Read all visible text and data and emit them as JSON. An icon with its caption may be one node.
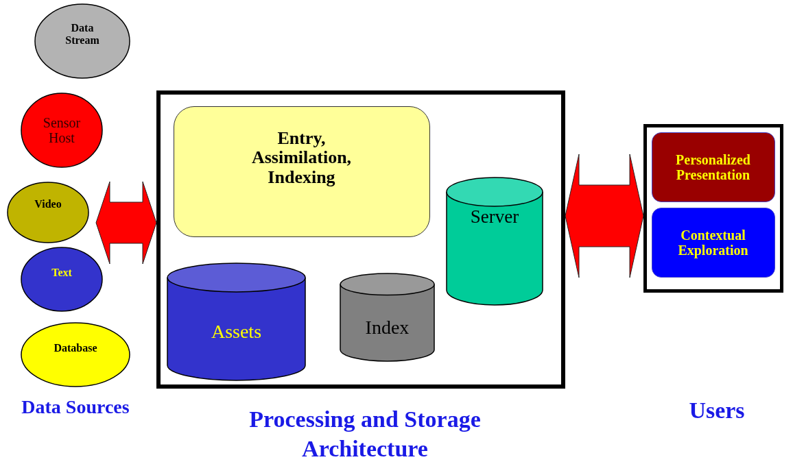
{
  "diagram": {
    "nodes": [
      {
        "text": [
          "Data Stream"
        ]
      },
      {
        "text": [
          "Sensor Host"
        ]
      },
      {
        "text": [
          "Video"
        ]
      },
      {
        "text": [
          "Text"
        ]
      },
      {
        "text": [
          "Database"
        ]
      },
      {
        "text": [
          "Processing and Storage Architecture"
        ]
      },
      {
        "text": [
          "Entry, Assimilation, Indexing"
        ],
        "in": 5
      },
      {
        "text": [
          "Server"
        ],
        "in": 5
      },
      {
        "text": [
          "Assets"
        ],
        "in": 5
      },
      {
        "text": [
          "Index"
        ],
        "in": 5
      },
      {
        "text": [
          "Users"
        ]
      },
      {
        "text": [
          "Personalized Presentation"
        ],
        "in": 10
      },
      {
        "text": [
          "Contextual Exploration"
        ],
        "in": 10
      }
    ],
    "edges": [
      {
        "from": null,
        "to": 5,
        "arrow": "both",
        "style": "thick"
      },
      {
        "from": 5,
        "to": 10,
        "arrow": "both",
        "style": "thick"
      }
    ],
    "labels": [
      "Data Sources"
    ]
  }
}
